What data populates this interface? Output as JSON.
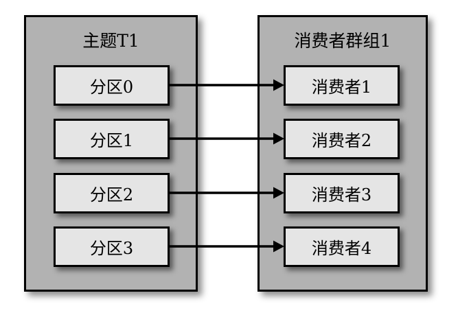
{
  "diagram": {
    "topic": {
      "title": "主题T1",
      "partitions": [
        "分区0",
        "分区1",
        "分区2",
        "分区3"
      ]
    },
    "consumer_group": {
      "title": "消费者群组1",
      "consumers": [
        "消费者1",
        "消费者2",
        "消费者3",
        "消费者4"
      ]
    },
    "connections": [
      {
        "from": "分区0",
        "to": "消费者1"
      },
      {
        "from": "分区1",
        "to": "消费者2"
      },
      {
        "from": "分区2",
        "to": "消费者3"
      },
      {
        "from": "分区3",
        "to": "消费者4"
      }
    ],
    "colors": {
      "background": "#ffffff",
      "container_fill": "#b2b2b2",
      "node_fill": "#e5e5e5",
      "border": "#000000",
      "arrow": "#000000"
    }
  }
}
